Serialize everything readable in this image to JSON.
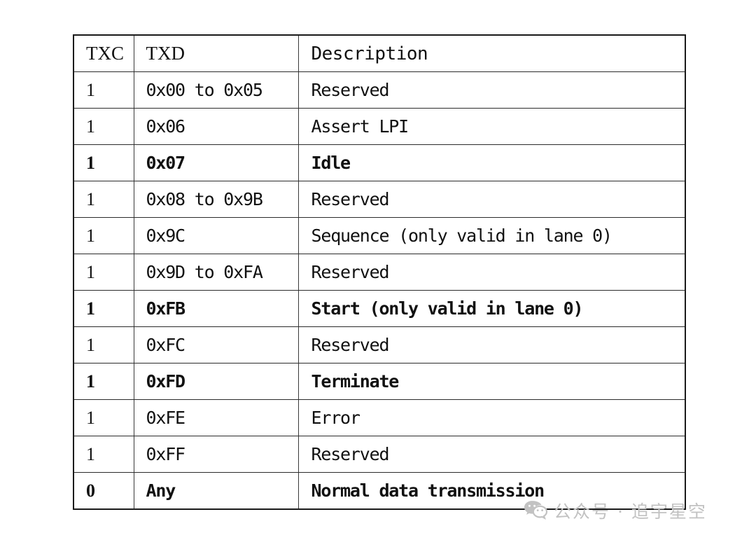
{
  "table": {
    "columns": [
      "TXC",
      "TXD",
      "Description"
    ],
    "rows": [
      {
        "txc": "1",
        "txd": "0x00 to 0x05",
        "description": "Reserved",
        "bold": false
      },
      {
        "txc": "1",
        "txd": "0x06",
        "description": "Assert LPI",
        "bold": false
      },
      {
        "txc": "1",
        "txd": "0x07",
        "description": "Idle",
        "bold": true
      },
      {
        "txc": "1",
        "txd": "0x08 to 0x9B",
        "description": "Reserved",
        "bold": false
      },
      {
        "txc": "1",
        "txd": "0x9C",
        "description": "Sequence (only valid in lane 0)",
        "bold": false
      },
      {
        "txc": "1",
        "txd": "0x9D to 0xFA",
        "description": "Reserved",
        "bold": false
      },
      {
        "txc": "1",
        "txd": "0xFB",
        "description": "Start (only valid in lane 0)",
        "bold": true
      },
      {
        "txc": "1",
        "txd": "0xFC",
        "description": "Reserved",
        "bold": false
      },
      {
        "txc": "1",
        "txd": "0xFD",
        "description": "Terminate",
        "bold": true
      },
      {
        "txc": "1",
        "txd": "0xFE",
        "description": "Error",
        "bold": false
      },
      {
        "txc": "1",
        "txd": "0xFF",
        "description": "Reserved",
        "bold": false
      },
      {
        "txc": "0",
        "txd": "Any",
        "description": "Normal data transmission",
        "bold": true
      }
    ]
  },
  "watermark": {
    "icon": "wechat-logo-icon",
    "text": "公众号 · 追宇星空",
    "color": "#c2c2c2"
  },
  "colors": {
    "page_background": "#ffffff",
    "table_border": "#1a1a1a",
    "grid_line": "#3a3a3a",
    "text": "#111111"
  }
}
